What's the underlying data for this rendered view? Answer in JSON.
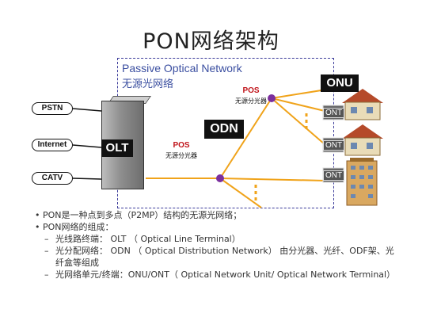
{
  "title": "PON网络架构",
  "pon_box": {
    "english": "Passive Optical Network",
    "chinese": "无源光网络"
  },
  "services": [
    "PSTN",
    "Internet",
    "CATV"
  ],
  "olt_label": "OLT",
  "odn_label": "ODN",
  "onu_label": "ONU",
  "pos_left": {
    "title": "POS",
    "subtitle": "无源分光器"
  },
  "pos_right": {
    "title": "POS",
    "subtitle": "无源分光器"
  },
  "ont_labels": [
    "ONT",
    "ONT",
    "ONT"
  ],
  "colors": {
    "fiber": "#f0a31a",
    "splitter": "#7b2f9e",
    "pos_text": "#c0141a",
    "dash_border": "#3b3b9a",
    "pon_text": "#3a4ea0"
  },
  "bullets": [
    {
      "level": 1,
      "text": "PON是一种点到多点（P2MP）结构的无源光网络；"
    },
    {
      "level": 1,
      "text": "PON网络的组成："
    },
    {
      "level": 2,
      "text": "光线路终端： OLT （ Optical Line Terminal）"
    },
    {
      "level": 2,
      "text": "光分配网络： ODN （ Optical Distribution Network） 由分光器、光纤、ODF架、光纤盒等组成"
    },
    {
      "level": 2,
      "text": "光网络单元/终端：ONU/ONT（ Optical Network Unit/ Optical Network Terminal）"
    }
  ]
}
